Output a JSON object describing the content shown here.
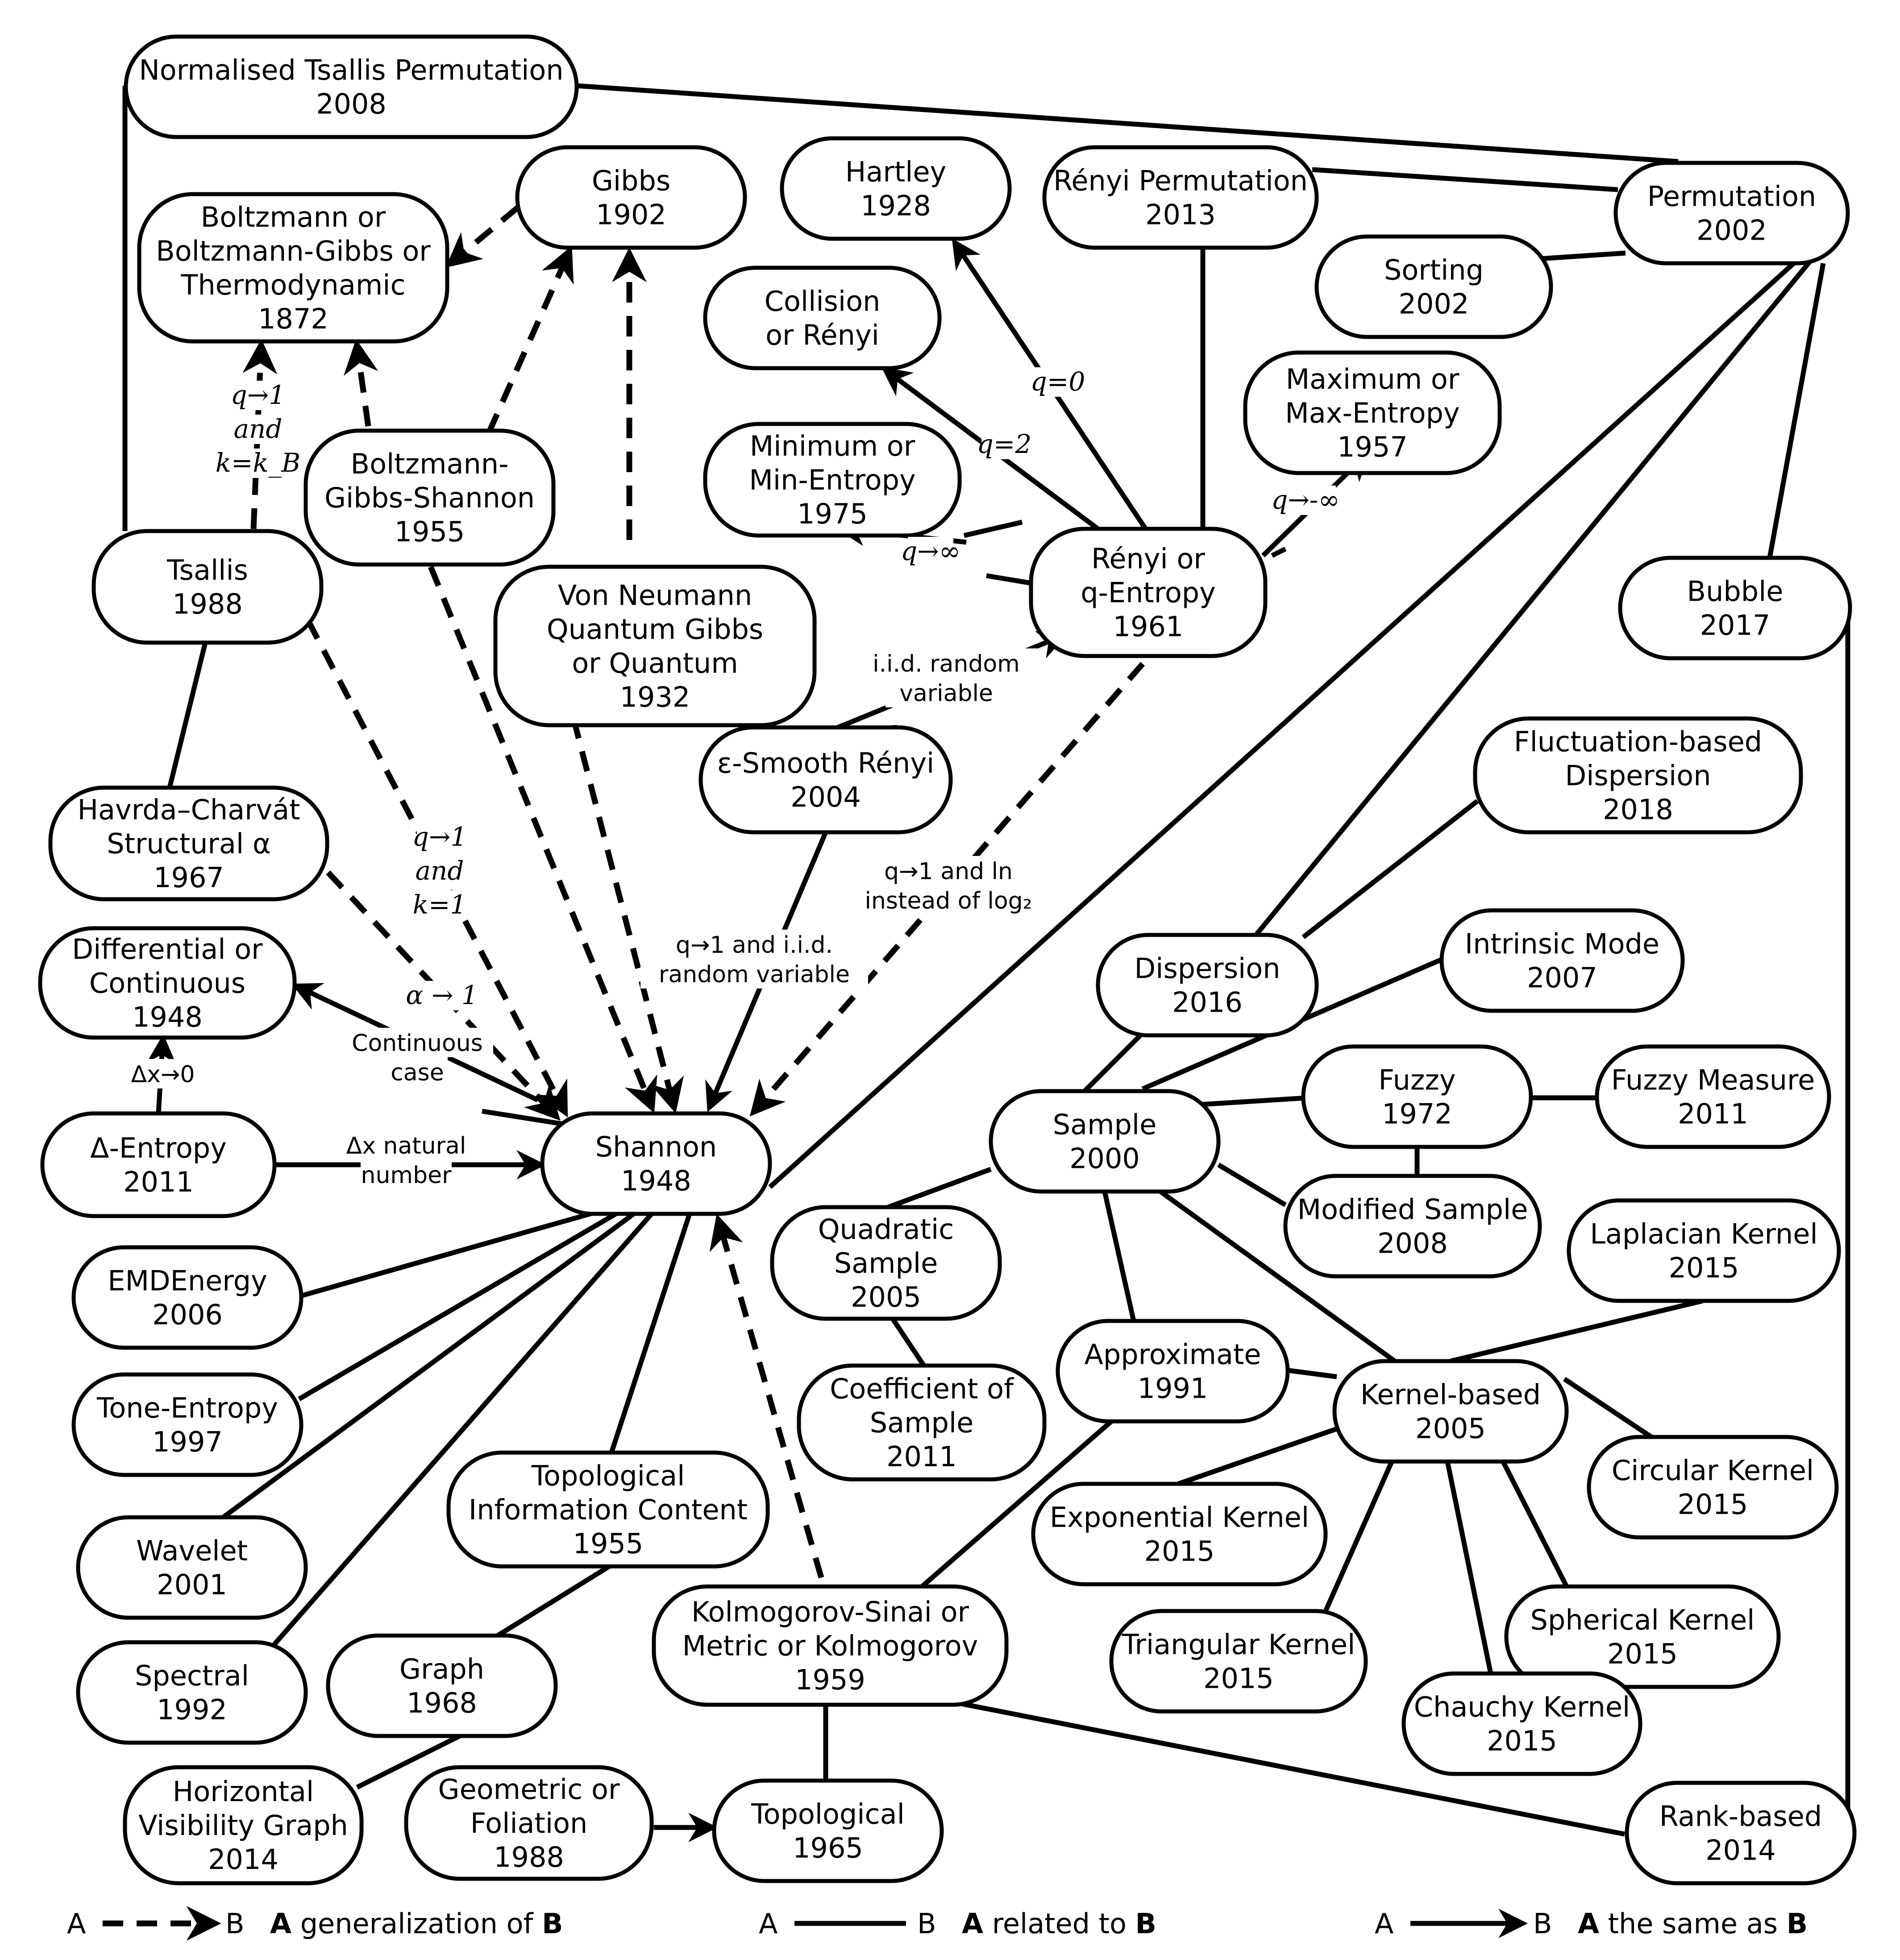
{
  "nodes": {
    "tsallis_perm": {
      "lines": [
        "Normalised Tsallis Permutation",
        "2008"
      ]
    },
    "gibbs": {
      "lines": [
        "Gibbs",
        "1902"
      ]
    },
    "hartley": {
      "lines": [
        "Hartley",
        "1928"
      ]
    },
    "renyi_perm": {
      "lines": [
        "Rényi Permutation",
        "2013"
      ]
    },
    "permutation": {
      "lines": [
        "Permutation",
        "2002"
      ]
    },
    "boltzmann": {
      "lines": [
        "Boltzmann or",
        "Boltzmann-Gibbs or",
        "Thermodynamic",
        "1872"
      ]
    },
    "sorting": {
      "lines": [
        "Sorting",
        "2002"
      ]
    },
    "collision": {
      "lines": [
        "Collision",
        "or Rényi"
      ]
    },
    "max_entropy": {
      "lines": [
        "Maximum or",
        "Max-Entropy",
        "1957"
      ]
    },
    "min_entropy": {
      "lines": [
        "Minimum or",
        "Min-Entropy",
        "1975"
      ]
    },
    "bgs": {
      "lines": [
        "Boltzmann-",
        "Gibbs-Shannon",
        "1955"
      ]
    },
    "tsallis": {
      "lines": [
        "Tsallis",
        "1988"
      ]
    },
    "renyi": {
      "lines": [
        "Rényi or",
        "q-Entropy",
        "1961"
      ]
    },
    "bubble": {
      "lines": [
        "Bubble",
        "2017"
      ]
    },
    "von_neumann": {
      "lines": [
        "Von Neumann",
        "Quantum Gibbs",
        "or Quantum",
        "1932"
      ]
    },
    "smooth_renyi": {
      "lines": [
        "ε-Smooth Rényi",
        "2004"
      ]
    },
    "fluct_dispersion": {
      "lines": [
        "Fluctuation-based",
        "Dispersion",
        "2018"
      ]
    },
    "havrda": {
      "lines": [
        "Havrda–Charvát",
        "Structural α",
        "1967"
      ]
    },
    "differential": {
      "lines": [
        "Differential or",
        "Continuous",
        "1948"
      ]
    },
    "dispersion": {
      "lines": [
        "Dispersion",
        "2016"
      ]
    },
    "intrinsic_mode": {
      "lines": [
        "Intrinsic Mode",
        "2007"
      ]
    },
    "fuzzy": {
      "lines": [
        "Fuzzy",
        "1972"
      ]
    },
    "fuzzy_measure": {
      "lines": [
        "Fuzzy Measure",
        "2011"
      ]
    },
    "sample": {
      "lines": [
        "Sample",
        "2000"
      ]
    },
    "delta_entropy": {
      "lines": [
        "Δ-Entropy",
        "2011"
      ]
    },
    "shannon": {
      "lines": [
        "Shannon",
        "1948"
      ]
    },
    "modified_sample": {
      "lines": [
        "Modified Sample",
        "2008"
      ]
    },
    "quadratic_sample": {
      "lines": [
        "Quadratic",
        "Sample",
        "2005"
      ]
    },
    "laplacian": {
      "lines": [
        "Laplacian Kernel",
        "2015"
      ]
    },
    "emd": {
      "lines": [
        "EMDEnergy",
        "2006"
      ]
    },
    "approximate": {
      "lines": [
        "Approximate",
        "1991"
      ]
    },
    "kernel": {
      "lines": [
        "Kernel-based",
        "2005"
      ]
    },
    "coef_sample": {
      "lines": [
        "Coefficient of",
        "Sample",
        "2011"
      ]
    },
    "tone": {
      "lines": [
        "Tone-Entropy",
        "1997"
      ]
    },
    "circular": {
      "lines": [
        "Circular Kernel",
        "2015"
      ]
    },
    "topo_info": {
      "lines": [
        "Topological",
        "Information Content",
        "1955"
      ]
    },
    "exponential": {
      "lines": [
        "Exponential Kernel",
        "2015"
      ]
    },
    "wavelet": {
      "lines": [
        "Wavelet",
        "2001"
      ]
    },
    "spherical": {
      "lines": [
        "Spherical Kernel",
        "2015"
      ]
    },
    "kolmogorov": {
      "lines": [
        "Kolmogorov-Sinai or",
        "Metric or Kolmogorov",
        "1959"
      ]
    },
    "triangular": {
      "lines": [
        "Triangular Kernel",
        "2015"
      ]
    },
    "spectral": {
      "lines": [
        "Spectral",
        "1992"
      ]
    },
    "graph": {
      "lines": [
        "Graph",
        "1968"
      ]
    },
    "chauchy": {
      "lines": [
        "Chauchy Kernel",
        "2015"
      ]
    },
    "hvg": {
      "lines": [
        "Horizontal",
        "Visibility Graph",
        "2014"
      ]
    },
    "geometric": {
      "lines": [
        "Geometric or",
        "Foliation",
        "1988"
      ]
    },
    "topological": {
      "lines": [
        "Topological",
        "1965"
      ]
    },
    "rank": {
      "lines": [
        "Rank-based",
        "2014"
      ]
    }
  },
  "edge_labels": {
    "tsallis_boltz": [
      "q→1",
      "and",
      "k=k_B"
    ],
    "renyi_hartley": [
      "q=0"
    ],
    "renyi_collision": [
      "q=2"
    ],
    "renyi_min": [
      "q→∞"
    ],
    "renyi_max": [
      "q→-∞"
    ],
    "smooth_iid": [
      "i.i.d. random",
      "variable"
    ],
    "tsallis_shannon": [
      "q→1",
      "and",
      "k=1"
    ],
    "renyi_shannon": [
      "q→1 and ln",
      "instead of log₂"
    ],
    "smooth_shannon": [
      "q→1 and  i.i.d.",
      "random variable"
    ],
    "havrda_shannon": [
      "α → 1"
    ],
    "continuous_case": [
      "Continuous",
      "case"
    ],
    "delta_diff": [
      "Δx→0"
    ],
    "delta_shannon": [
      "Δx natural",
      "number"
    ]
  },
  "legend": {
    "dashed": {
      "a": "A",
      "b": "B",
      "text_bold_a": "A",
      "text": "generalization of",
      "text_bold_b": "B"
    },
    "solid": {
      "a": "A",
      "b": "B",
      "text_bold_a": "A",
      "text": "related to",
      "text_bold_b": "B"
    },
    "arrow": {
      "a": "A",
      "b": "B",
      "text_bold_a": "A",
      "text": "the same as",
      "text_bold_b": "B"
    }
  }
}
